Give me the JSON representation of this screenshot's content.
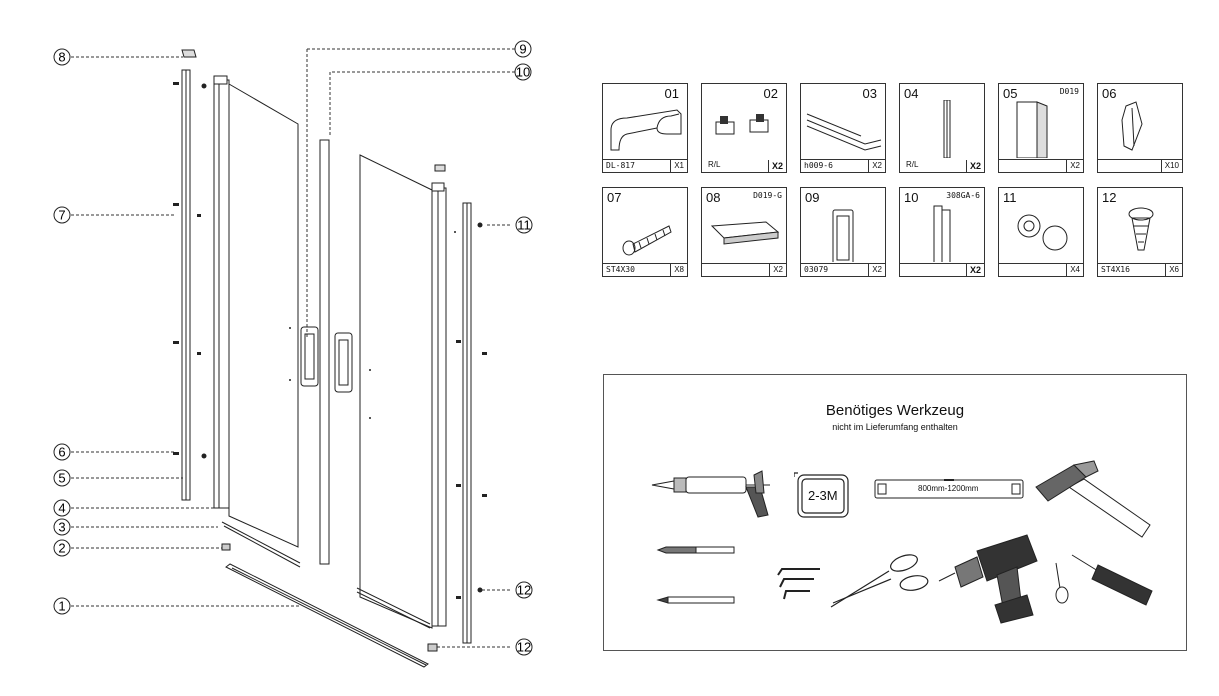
{
  "callouts": [
    "8",
    "9",
    "10",
    "7",
    "11",
    "6",
    "5",
    "4",
    "3",
    "2",
    "12",
    "1",
    "12"
  ],
  "parts": [
    {
      "num": "01",
      "code": "DL-817",
      "qty": "X1",
      "extra": "",
      "rl": "",
      "qty_bold": false,
      "icon": "profile-channel-icon"
    },
    {
      "num": "02",
      "code": "",
      "qty": "X2",
      "extra": "",
      "rl": "R/L",
      "qty_bold": true,
      "icon": "hinge-clip-icon"
    },
    {
      "num": "03",
      "code": "h009-6",
      "qty": "X2",
      "extra": "",
      "rl": "",
      "qty_bold": false,
      "icon": "sweep-seal-icon"
    },
    {
      "num": "04",
      "code": "",
      "qty": "X2",
      "extra": "",
      "rl": "R/L",
      "qty_bold": true,
      "icon": "vertical-seal-icon"
    },
    {
      "num": "05",
      "code": "",
      "qty": "X2",
      "extra": "D019",
      "rl": "",
      "qty_bold": false,
      "icon": "wall-profile-icon"
    },
    {
      "num": "06",
      "code": "",
      "qty": "X10",
      "extra": "",
      "rl": "",
      "qty_bold": false,
      "icon": "wall-plug-icon"
    },
    {
      "num": "07",
      "code": "ST4X30",
      "qty": "X8",
      "extra": "",
      "rl": "",
      "qty_bold": false,
      "icon": "screw-icon"
    },
    {
      "num": "08",
      "code": "",
      "qty": "X2",
      "extra": "D019-G",
      "rl": "",
      "qty_bold": false,
      "icon": "end-cap-icon"
    },
    {
      "num": "09",
      "code": "03079",
      "qty": "X2",
      "extra": "",
      "rl": "",
      "qty_bold": false,
      "icon": "handle-icon"
    },
    {
      "num": "10",
      "code": "",
      "qty": "X2",
      "extra": "308GA-6",
      "rl": "",
      "qty_bold": true,
      "icon": "magnetic-seal-icon"
    },
    {
      "num": "11",
      "code": "",
      "qty": "X4",
      "extra": "",
      "rl": "",
      "qty_bold": false,
      "icon": "cover-cap-icon"
    },
    {
      "num": "12",
      "code": "ST4X16",
      "qty": "X6",
      "extra": "",
      "rl": "",
      "qty_bold": false,
      "icon": "short-screw-icon"
    }
  ],
  "tools": {
    "title": "Benötiges Werkzeug",
    "subtitle": "nicht im Lieferumfang enthalten",
    "tape_label": "2-3M",
    "level_label": "800mm-1200mm",
    "items": [
      "caulking-gun-icon",
      "tape-measure-icon",
      "spirit-level-icon",
      "hammer-icon",
      "drill-bit-icon",
      "pencil-icon",
      "hex-key-icon",
      "scissors-icon",
      "cordless-drill-icon",
      "screwdriver-icon"
    ]
  }
}
